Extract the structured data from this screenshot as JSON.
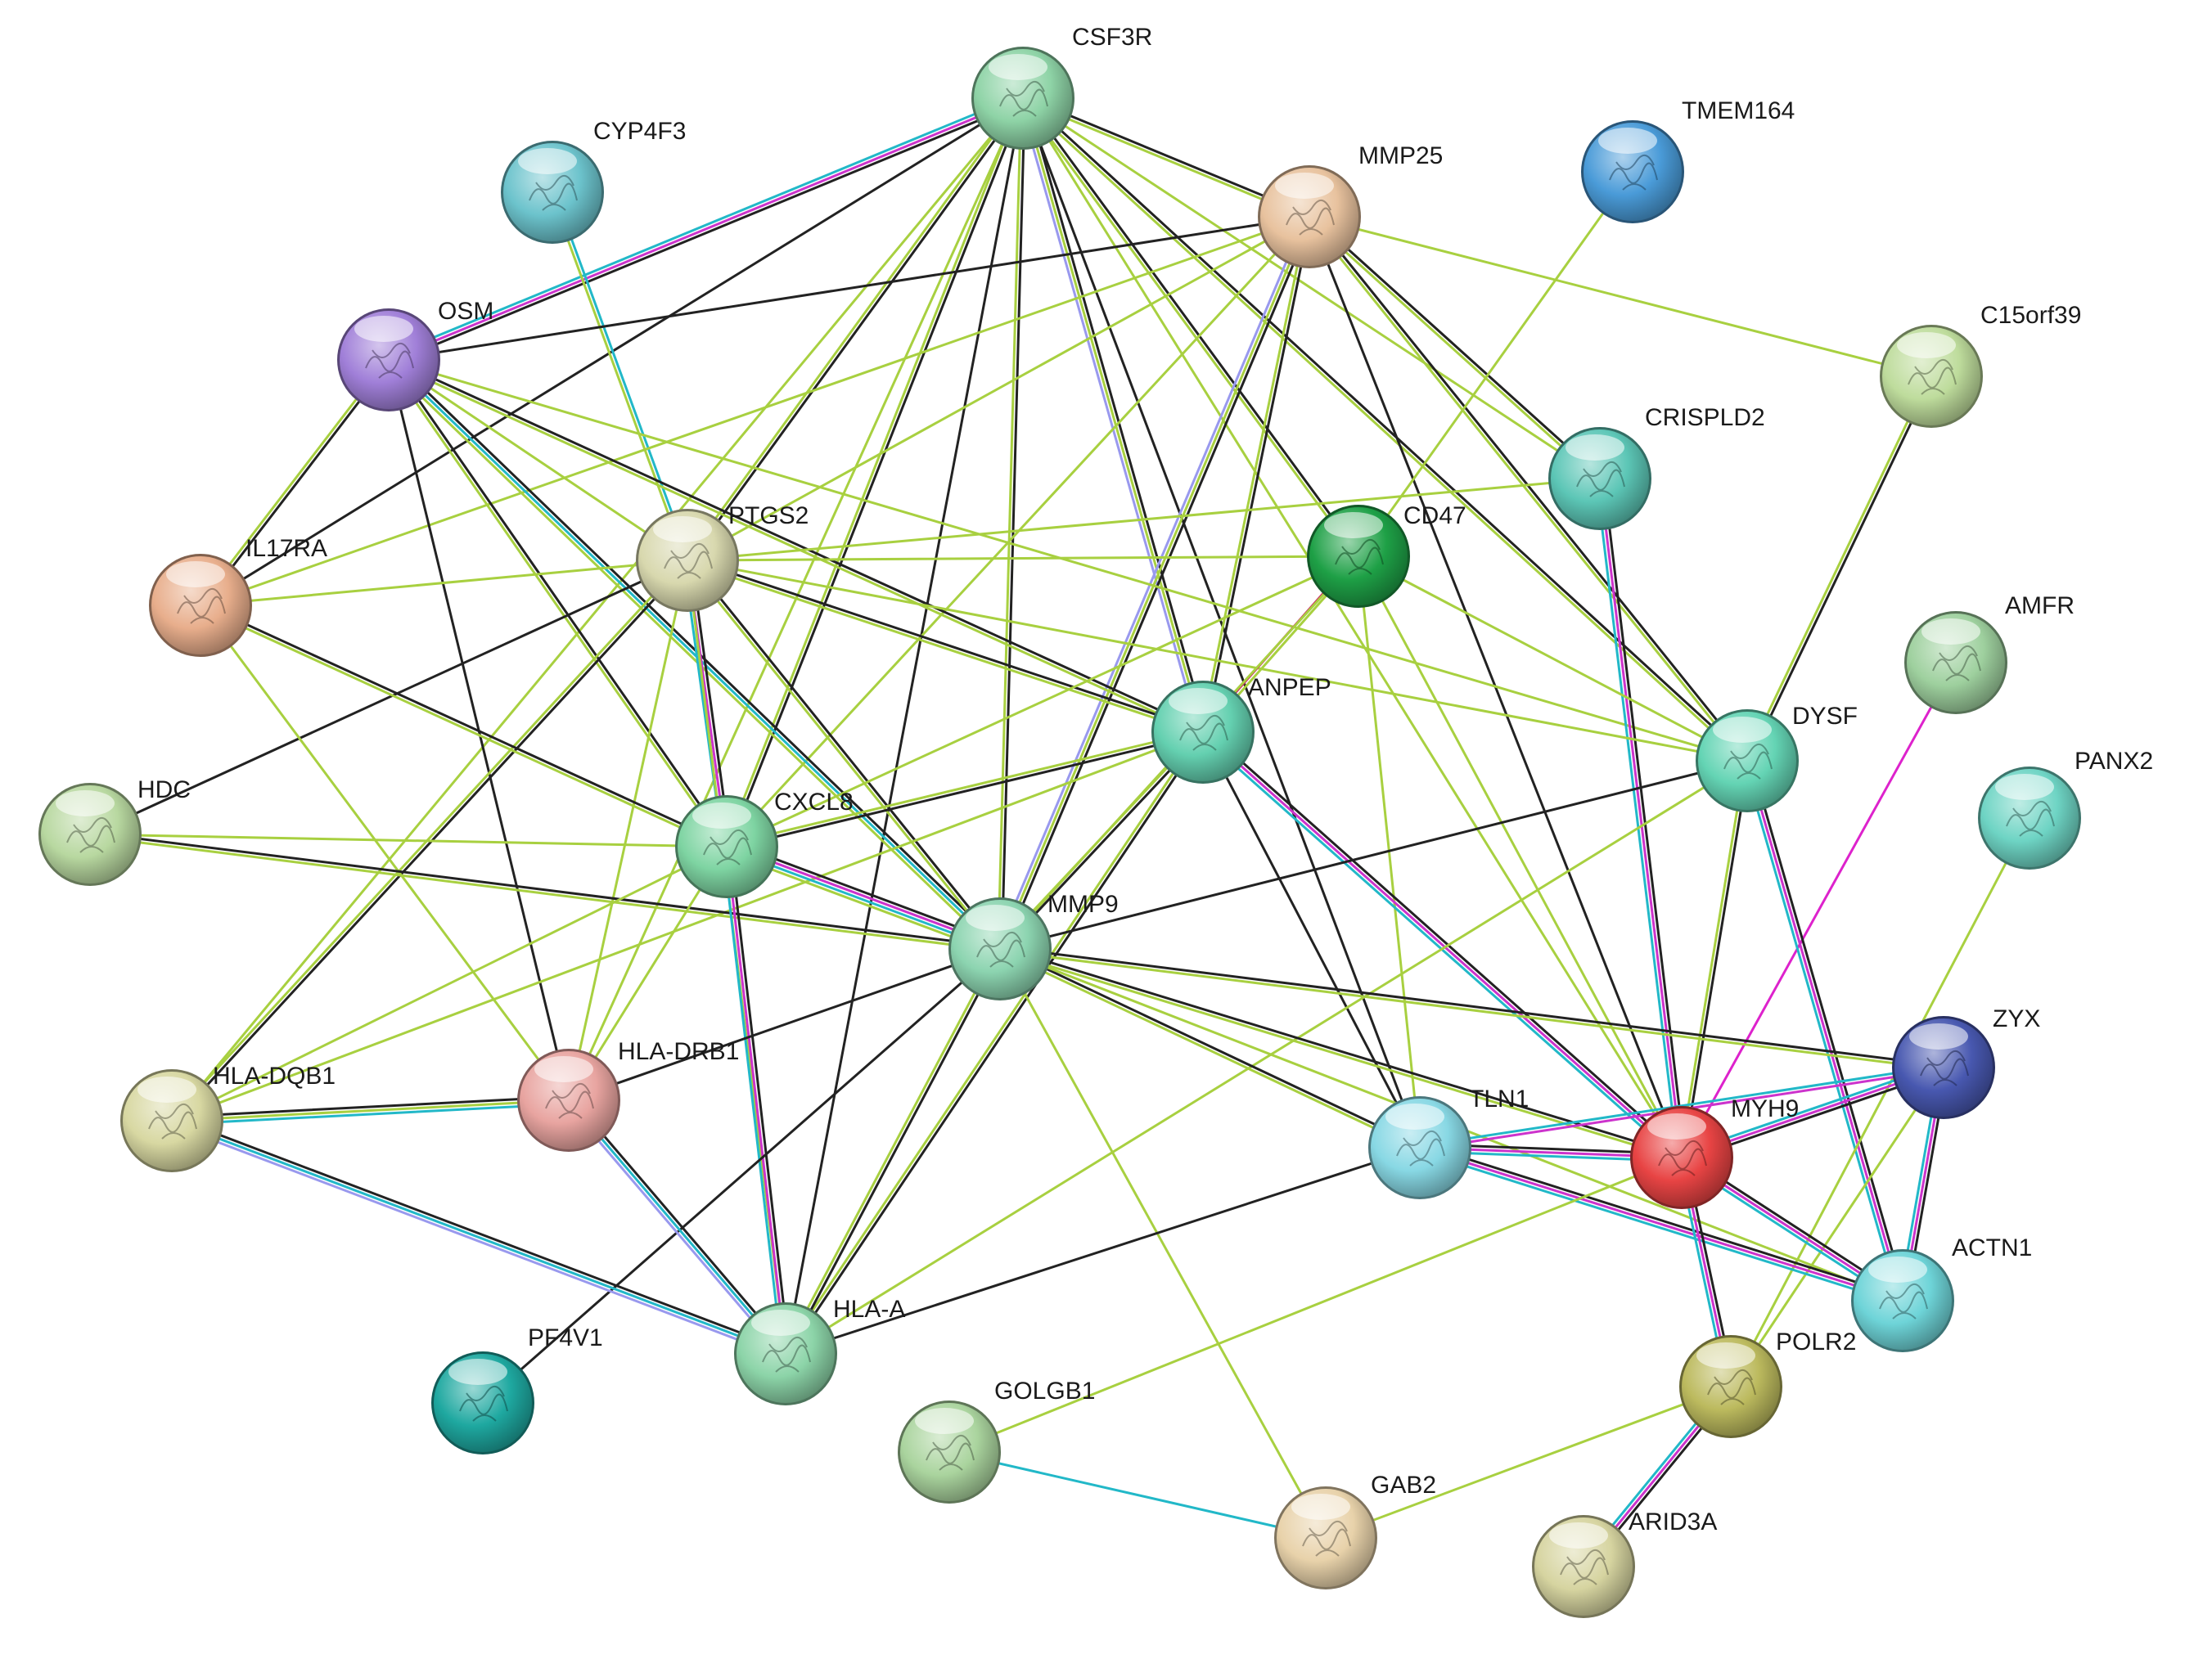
{
  "nodes": [
    {
      "id": "CSF3R",
      "label": "CSF3R",
      "color": "#8ed3a6"
    },
    {
      "id": "CYP4F3",
      "label": "CYP4F3",
      "color": "#6cc3cc"
    },
    {
      "id": "MMP25",
      "label": "MMP25",
      "color": "#e8c29e"
    },
    {
      "id": "TMEM164",
      "label": "TMEM164",
      "color": "#4a9bd8"
    },
    {
      "id": "OSM",
      "label": "OSM",
      "color": "#a07fd8"
    },
    {
      "id": "C15orf39",
      "label": "C15orf39",
      "color": "#bedc9c"
    },
    {
      "id": "CRISPLD2",
      "label": "CRISPLD2",
      "color": "#5cc6b6"
    },
    {
      "id": "PTGS2",
      "label": "PTGS2",
      "color": "#d8d8ae"
    },
    {
      "id": "CD47",
      "label": "CD47",
      "color": "#1ea046"
    },
    {
      "id": "IL17RA",
      "label": "IL17RA",
      "color": "#e8ae8c"
    },
    {
      "id": "AMFR",
      "label": "AMFR",
      "color": "#9ed09e"
    },
    {
      "id": "ANPEP",
      "label": "ANPEP",
      "color": "#64d0b0"
    },
    {
      "id": "DYSF",
      "label": "DYSF",
      "color": "#64d4b4"
    },
    {
      "id": "HDC",
      "label": "HDC",
      "color": "#b8d8a0"
    },
    {
      "id": "CXCL8",
      "label": "CXCL8",
      "color": "#7ed4a2"
    },
    {
      "id": "PANX2",
      "label": "PANX2",
      "color": "#6ed4c4"
    },
    {
      "id": "MMP9",
      "label": "MMP9",
      "color": "#8cd4b0"
    },
    {
      "id": "ZYX",
      "label": "ZYX",
      "color": "#4858b0"
    },
    {
      "id": "HLA-DQB1",
      "label": "HLA-DQB1",
      "color": "#d8d8a2"
    },
    {
      "id": "HLA-DRB1",
      "label": "HLA-DRB1",
      "color": "#e8a4a0"
    },
    {
      "id": "TLN1",
      "label": "TLN1",
      "color": "#88d8e4"
    },
    {
      "id": "MYH9",
      "label": "MYH9",
      "color": "#e84444"
    },
    {
      "id": "ACTN1",
      "label": "ACTN1",
      "color": "#6ed4d8"
    },
    {
      "id": "HLA-A",
      "label": "HLA-A",
      "color": "#8cd4a8"
    },
    {
      "id": "PF4V1",
      "label": "PF4V1",
      "color": "#1ea8a0"
    },
    {
      "id": "POLR2",
      "label": "POLR2",
      "color": "#bcba5e"
    },
    {
      "id": "GOLGB1",
      "label": "GOLGB1",
      "color": "#aad49e"
    },
    {
      "id": "GAB2",
      "label": "GAB2",
      "color": "#e8d2aa"
    },
    {
      "id": "ARID3A",
      "label": "ARID3A",
      "color": "#d6d4a0"
    }
  ],
  "edges": [
    {
      "source": "CSF3R",
      "target": "OSM",
      "colors": [
        "#222222",
        "#cc33cc",
        "#22b8c8"
      ]
    },
    {
      "source": "CSF3R",
      "target": "MMP25",
      "colors": [
        "#222222",
        "#a8d040"
      ]
    },
    {
      "source": "CSF3R",
      "target": "PTGS2",
      "colors": [
        "#222222",
        "#a8d040"
      ]
    },
    {
      "source": "CSF3R",
      "target": "CD47",
      "colors": [
        "#222222",
        "#a8d040"
      ]
    },
    {
      "source": "CSF3R",
      "target": "ANPEP",
      "colors": [
        "#222222",
        "#a8d040",
        "#9999ee"
      ]
    },
    {
      "source": "CSF3R",
      "target": "CXCL8",
      "colors": [
        "#222222",
        "#a8d040"
      ]
    },
    {
      "source": "CSF3R",
      "target": "MMP9",
      "colors": [
        "#222222",
        "#a8d040"
      ]
    },
    {
      "source": "CSF3R",
      "target": "DYSF",
      "colors": [
        "#222222",
        "#a8d040"
      ]
    },
    {
      "source": "CSF3R",
      "target": "CRISPLD2",
      "colors": [
        "#a8d040"
      ]
    },
    {
      "source": "CSF3R",
      "target": "IL17RA",
      "colors": [
        "#222222"
      ]
    },
    {
      "source": "CSF3R",
      "target": "HLA-DQB1",
      "colors": [
        "#a8d040"
      ]
    },
    {
      "source": "CSF3R",
      "target": "HLA-DRB1",
      "colors": [
        "#a8d040"
      ]
    },
    {
      "source": "CSF3R",
      "target": "HLA-A",
      "colors": [
        "#222222"
      ]
    },
    {
      "source": "CSF3R",
      "target": "TLN1",
      "colors": [
        "#222222"
      ]
    },
    {
      "source": "CSF3R",
      "target": "MYH9",
      "colors": [
        "#a8d040"
      ]
    },
    {
      "source": "CYP4F3",
      "target": "PTGS2",
      "colors": [
        "#22b8c8",
        "#a8d040"
      ]
    },
    {
      "source": "MMP25",
      "target": "OSM",
      "colors": [
        "#222222"
      ]
    },
    {
      "source": "MMP25",
      "target": "C15orf39",
      "colors": [
        "#a8d040"
      ]
    },
    {
      "source": "MMP25",
      "target": "CRISPLD2",
      "colors": [
        "#222222",
        "#a8d040"
      ]
    },
    {
      "source": "MMP25",
      "target": "PTGS2",
      "colors": [
        "#a8d040"
      ]
    },
    {
      "source": "MMP25",
      "target": "ANPEP",
      "colors": [
        "#222222",
        "#a8d040"
      ]
    },
    {
      "source": "MMP25",
      "target": "MMP9",
      "colors": [
        "#222222",
        "#a8d040",
        "#9999ee"
      ]
    },
    {
      "source": "MMP25",
      "target": "DYSF",
      "colors": [
        "#222222",
        "#a8d040"
      ]
    },
    {
      "source": "MMP25",
      "target": "MYH9",
      "colors": [
        "#222222"
      ]
    },
    {
      "source": "MMP25",
      "target": "CXCL8",
      "colors": [
        "#a8d040"
      ]
    },
    {
      "source": "MMP25",
      "target": "IL17RA",
      "colors": [
        "#a8d040"
      ]
    },
    {
      "source": "TMEM164",
      "target": "CD47",
      "colors": [
        "#a8d040"
      ]
    },
    {
      "source": "OSM",
      "target": "IL17RA",
      "colors": [
        "#222222",
        "#a8d040"
      ]
    },
    {
      "source": "OSM",
      "target": "PTGS2",
      "colors": [
        "#a8d040"
      ]
    },
    {
      "source": "OSM",
      "target": "ANPEP",
      "colors": [
        "#222222",
        "#a8d040"
      ]
    },
    {
      "source": "OSM",
      "target": "CXCL8",
      "colors": [
        "#222222",
        "#a8d040"
      ]
    },
    {
      "source": "OSM",
      "target": "MMP9",
      "colors": [
        "#222222",
        "#22b8c8",
        "#a8d040"
      ]
    },
    {
      "source": "OSM",
      "target": "HLA-DRB1",
      "colors": [
        "#222222"
      ]
    },
    {
      "source": "OSM",
      "target": "DYSF",
      "colors": [
        "#a8d040"
      ]
    },
    {
      "source": "C15orf39",
      "target": "DYSF",
      "colors": [
        "#222222",
        "#a8d040"
      ]
    },
    {
      "source": "CRISPLD2",
      "target": "PTGS2",
      "colors": [
        "#a8d040"
      ]
    },
    {
      "source": "CRISPLD2",
      "target": "MYH9",
      "colors": [
        "#222222",
        "#cc33cc",
        "#22b8c8"
      ]
    },
    {
      "source": "PTGS2",
      "target": "CD47",
      "colors": [
        "#a8d040"
      ]
    },
    {
      "source": "PTGS2",
      "target": "IL17RA",
      "colors": [
        "#a8d040"
      ]
    },
    {
      "source": "PTGS2",
      "target": "HDC",
      "colors": [
        "#222222"
      ]
    },
    {
      "source": "PTGS2",
      "target": "CXCL8",
      "colors": [
        "#222222",
        "#cc33cc",
        "#22b8c8"
      ]
    },
    {
      "source": "PTGS2",
      "target": "MMP9",
      "colors": [
        "#222222",
        "#a8d040"
      ]
    },
    {
      "source": "PTGS2",
      "target": "ANPEP",
      "colors": [
        "#222222",
        "#a8d040"
      ]
    },
    {
      "source": "PTGS2",
      "target": "HLA-DQB1",
      "colors": [
        "#222222",
        "#a8d040"
      ]
    },
    {
      "source": "PTGS2",
      "target": "HLA-DRB1",
      "colors": [
        "#a8d040"
      ]
    },
    {
      "source": "PTGS2",
      "target": "DYSF",
      "colors": [
        "#a8d040"
      ]
    },
    {
      "source": "PTGS2",
      "target": "HLA-A",
      "colors": [
        "#a8d040"
      ]
    },
    {
      "source": "CD47",
      "target": "ANPEP",
      "colors": [
        "#a8d040",
        "#cc3366"
      ]
    },
    {
      "source": "CD47",
      "target": "MMP9",
      "colors": [
        "#a8d040"
      ]
    },
    {
      "source": "CD47",
      "target": "TLN1",
      "colors": [
        "#a8d040"
      ]
    },
    {
      "source": "CD47",
      "target": "MYH9",
      "colors": [
        "#a8d040"
      ]
    },
    {
      "source": "CD47",
      "target": "DYSF",
      "colors": [
        "#a8d040"
      ]
    },
    {
      "source": "CD47",
      "target": "CXCL8",
      "colors": [
        "#a8d040"
      ]
    },
    {
      "source": "IL17RA",
      "target": "CXCL8",
      "colors": [
        "#222222",
        "#a8d040"
      ]
    },
    {
      "source": "IL17RA",
      "target": "HLA-DRB1",
      "colors": [
        "#a8d040"
      ]
    },
    {
      "source": "AMFR",
      "target": "MYH9",
      "colors": [
        "#dd22cc"
      ]
    },
    {
      "source": "ANPEP",
      "target": "CXCL8",
      "colors": [
        "#222222",
        "#a8d040"
      ]
    },
    {
      "source": "ANPEP",
      "target": "MMP9",
      "colors": [
        "#222222",
        "#a8d040"
      ]
    },
    {
      "source": "ANPEP",
      "target": "TLN1",
      "colors": [
        "#222222"
      ]
    },
    {
      "source": "ANPEP",
      "target": "MYH9",
      "colors": [
        "#222222",
        "#cc33cc",
        "#22b8c8"
      ]
    },
    {
      "source": "ANPEP",
      "target": "HLA-A",
      "colors": [
        "#222222",
        "#a8d040"
      ]
    },
    {
      "source": "ANPEP",
      "target": "HLA-DQB1",
      "colors": [
        "#a8d040"
      ]
    },
    {
      "source": "DYSF",
      "target": "MYH9",
      "colors": [
        "#222222",
        "#a8d040"
      ]
    },
    {
      "source": "DYSF",
      "target": "ACTN1",
      "colors": [
        "#222222",
        "#cc33cc",
        "#22b8c8"
      ]
    },
    {
      "source": "DYSF",
      "target": "MMP9",
      "colors": [
        "#222222"
      ]
    },
    {
      "source": "DYSF",
      "target": "HLA-A",
      "colors": [
        "#a8d040"
      ]
    },
    {
      "source": "HDC",
      "target": "CXCL8",
      "colors": [
        "#a8d040"
      ]
    },
    {
      "source": "HDC",
      "target": "MMP9",
      "colors": [
        "#222222",
        "#a8d040"
      ]
    },
    {
      "source": "CXCL8",
      "target": "MMP9",
      "colors": [
        "#222222",
        "#cc33cc",
        "#22b8c8",
        "#a8d040"
      ]
    },
    {
      "source": "CXCL8",
      "target": "HLA-A",
      "colors": [
        "#222222",
        "#cc33cc",
        "#22b8c8"
      ]
    },
    {
      "source": "CXCL8",
      "target": "HLA-DRB1",
      "colors": [
        "#a8d040"
      ]
    },
    {
      "source": "CXCL8",
      "target": "HLA-DQB1",
      "colors": [
        "#a8d040"
      ]
    },
    {
      "source": "PANX2",
      "target": "POLR2",
      "colors": [
        "#a8d040"
      ]
    },
    {
      "source": "MMP9",
      "target": "HLA-A",
      "colors": [
        "#222222",
        "#a8d040"
      ]
    },
    {
      "source": "MMP9",
      "target": "HLA-DRB1",
      "colors": [
        "#222222"
      ]
    },
    {
      "source": "MMP9",
      "target": "TLN1",
      "colors": [
        "#222222",
        "#a8d040"
      ]
    },
    {
      "source": "MMP9",
      "target": "MYH9",
      "colors": [
        "#222222",
        "#a8d040"
      ]
    },
    {
      "source": "MMP9",
      "target": "ZYX",
      "colors": [
        "#222222",
        "#a8d040"
      ]
    },
    {
      "source": "MMP9",
      "target": "ACTN1",
      "colors": [
        "#a8d040"
      ]
    },
    {
      "source": "MMP9",
      "target": "GAB2",
      "colors": [
        "#a8d040"
      ]
    },
    {
      "source": "MMP9",
      "target": "PF4V1",
      "colors": [
        "#222222"
      ]
    },
    {
      "source": "ZYX",
      "target": "MYH9",
      "colors": [
        "#222222",
        "#cc33cc",
        "#22b8c8"
      ]
    },
    {
      "source": "ZYX",
      "target": "TLN1",
      "colors": [
        "#cc33cc",
        "#22b8c8"
      ]
    },
    {
      "source": "ZYX",
      "target": "ACTN1",
      "colors": [
        "#222222",
        "#cc33cc",
        "#22b8c8"
      ]
    },
    {
      "source": "ZYX",
      "target": "POLR2",
      "colors": [
        "#a8d040"
      ]
    },
    {
      "source": "HLA-DQB1",
      "target": "HLA-DRB1",
      "colors": [
        "#222222",
        "#a8d040",
        "#22b8c8"
      ]
    },
    {
      "source": "HLA-DQB1",
      "target": "HLA-A",
      "colors": [
        "#222222",
        "#22b8c8",
        "#9999ee"
      ]
    },
    {
      "source": "HLA-DRB1",
      "target": "HLA-A",
      "colors": [
        "#222222",
        "#22b8c8",
        "#9999ee"
      ]
    },
    {
      "source": "TLN1",
      "target": "MYH9",
      "colors": [
        "#222222",
        "#cc33cc",
        "#22b8c8"
      ]
    },
    {
      "source": "TLN1",
      "target": "ACTN1",
      "colors": [
        "#222222",
        "#cc33cc",
        "#22b8c8"
      ]
    },
    {
      "source": "TLN1",
      "target": "HLA-A",
      "colors": [
        "#222222"
      ]
    },
    {
      "source": "MYH9",
      "target": "ACTN1",
      "colors": [
        "#222222",
        "#cc33cc",
        "#22b8c8"
      ]
    },
    {
      "source": "MYH9",
      "target": "POLR2",
      "colors": [
        "#222222",
        "#cc33cc",
        "#22b8c8"
      ]
    },
    {
      "source": "MYH9",
      "target": "GOLGB1",
      "colors": [
        "#a8d040"
      ]
    },
    {
      "source": "POLR2",
      "target": "GAB2",
      "colors": [
        "#a8d040"
      ]
    },
    {
      "source": "POLR2",
      "target": "ARID3A",
      "colors": [
        "#222222",
        "#cc33cc",
        "#22b8c8"
      ]
    },
    {
      "source": "GOLGB1",
      "target": "GAB2",
      "colors": [
        "#22b8c8"
      ]
    }
  ]
}
